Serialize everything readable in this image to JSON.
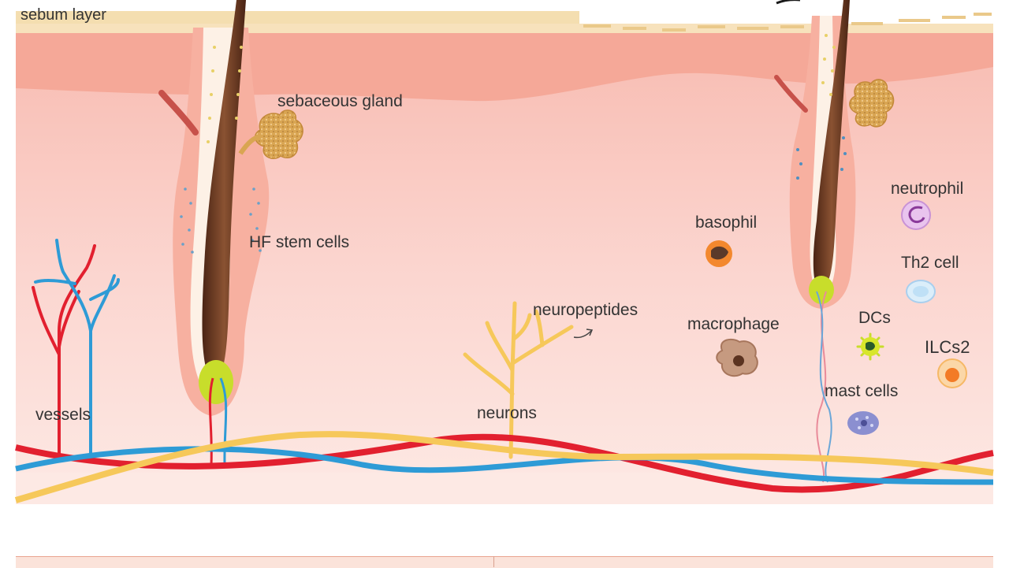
{
  "labels": {
    "sebum_layer": "sebum layer",
    "sebaceous_gland": "sebaceous gland",
    "hf_stem_cells": "HF stem cells",
    "vessels": "vessels",
    "neurons": "neurons",
    "neuropeptides": "neuropeptides",
    "basophil": "basophil",
    "macrophage": "macrophage",
    "neutrophil": "neutrophil",
    "th2_cell": "Th2 cell",
    "dcs": "DCs",
    "ilcs2": "ILCs2",
    "mast_cells": "mast cells"
  },
  "colors": {
    "epidermis": "#f5a898",
    "dermis": "#fbd5cf",
    "sebum": "#f4deb0",
    "hair_shaft": "#6b3a22",
    "dermal_papilla": "#c8dd2b",
    "vessel_red": "#e2202f",
    "vessel_blue": "#2e9bd6",
    "nerve_yellow": "#f6c85a",
    "gland": "#d9a552"
  }
}
